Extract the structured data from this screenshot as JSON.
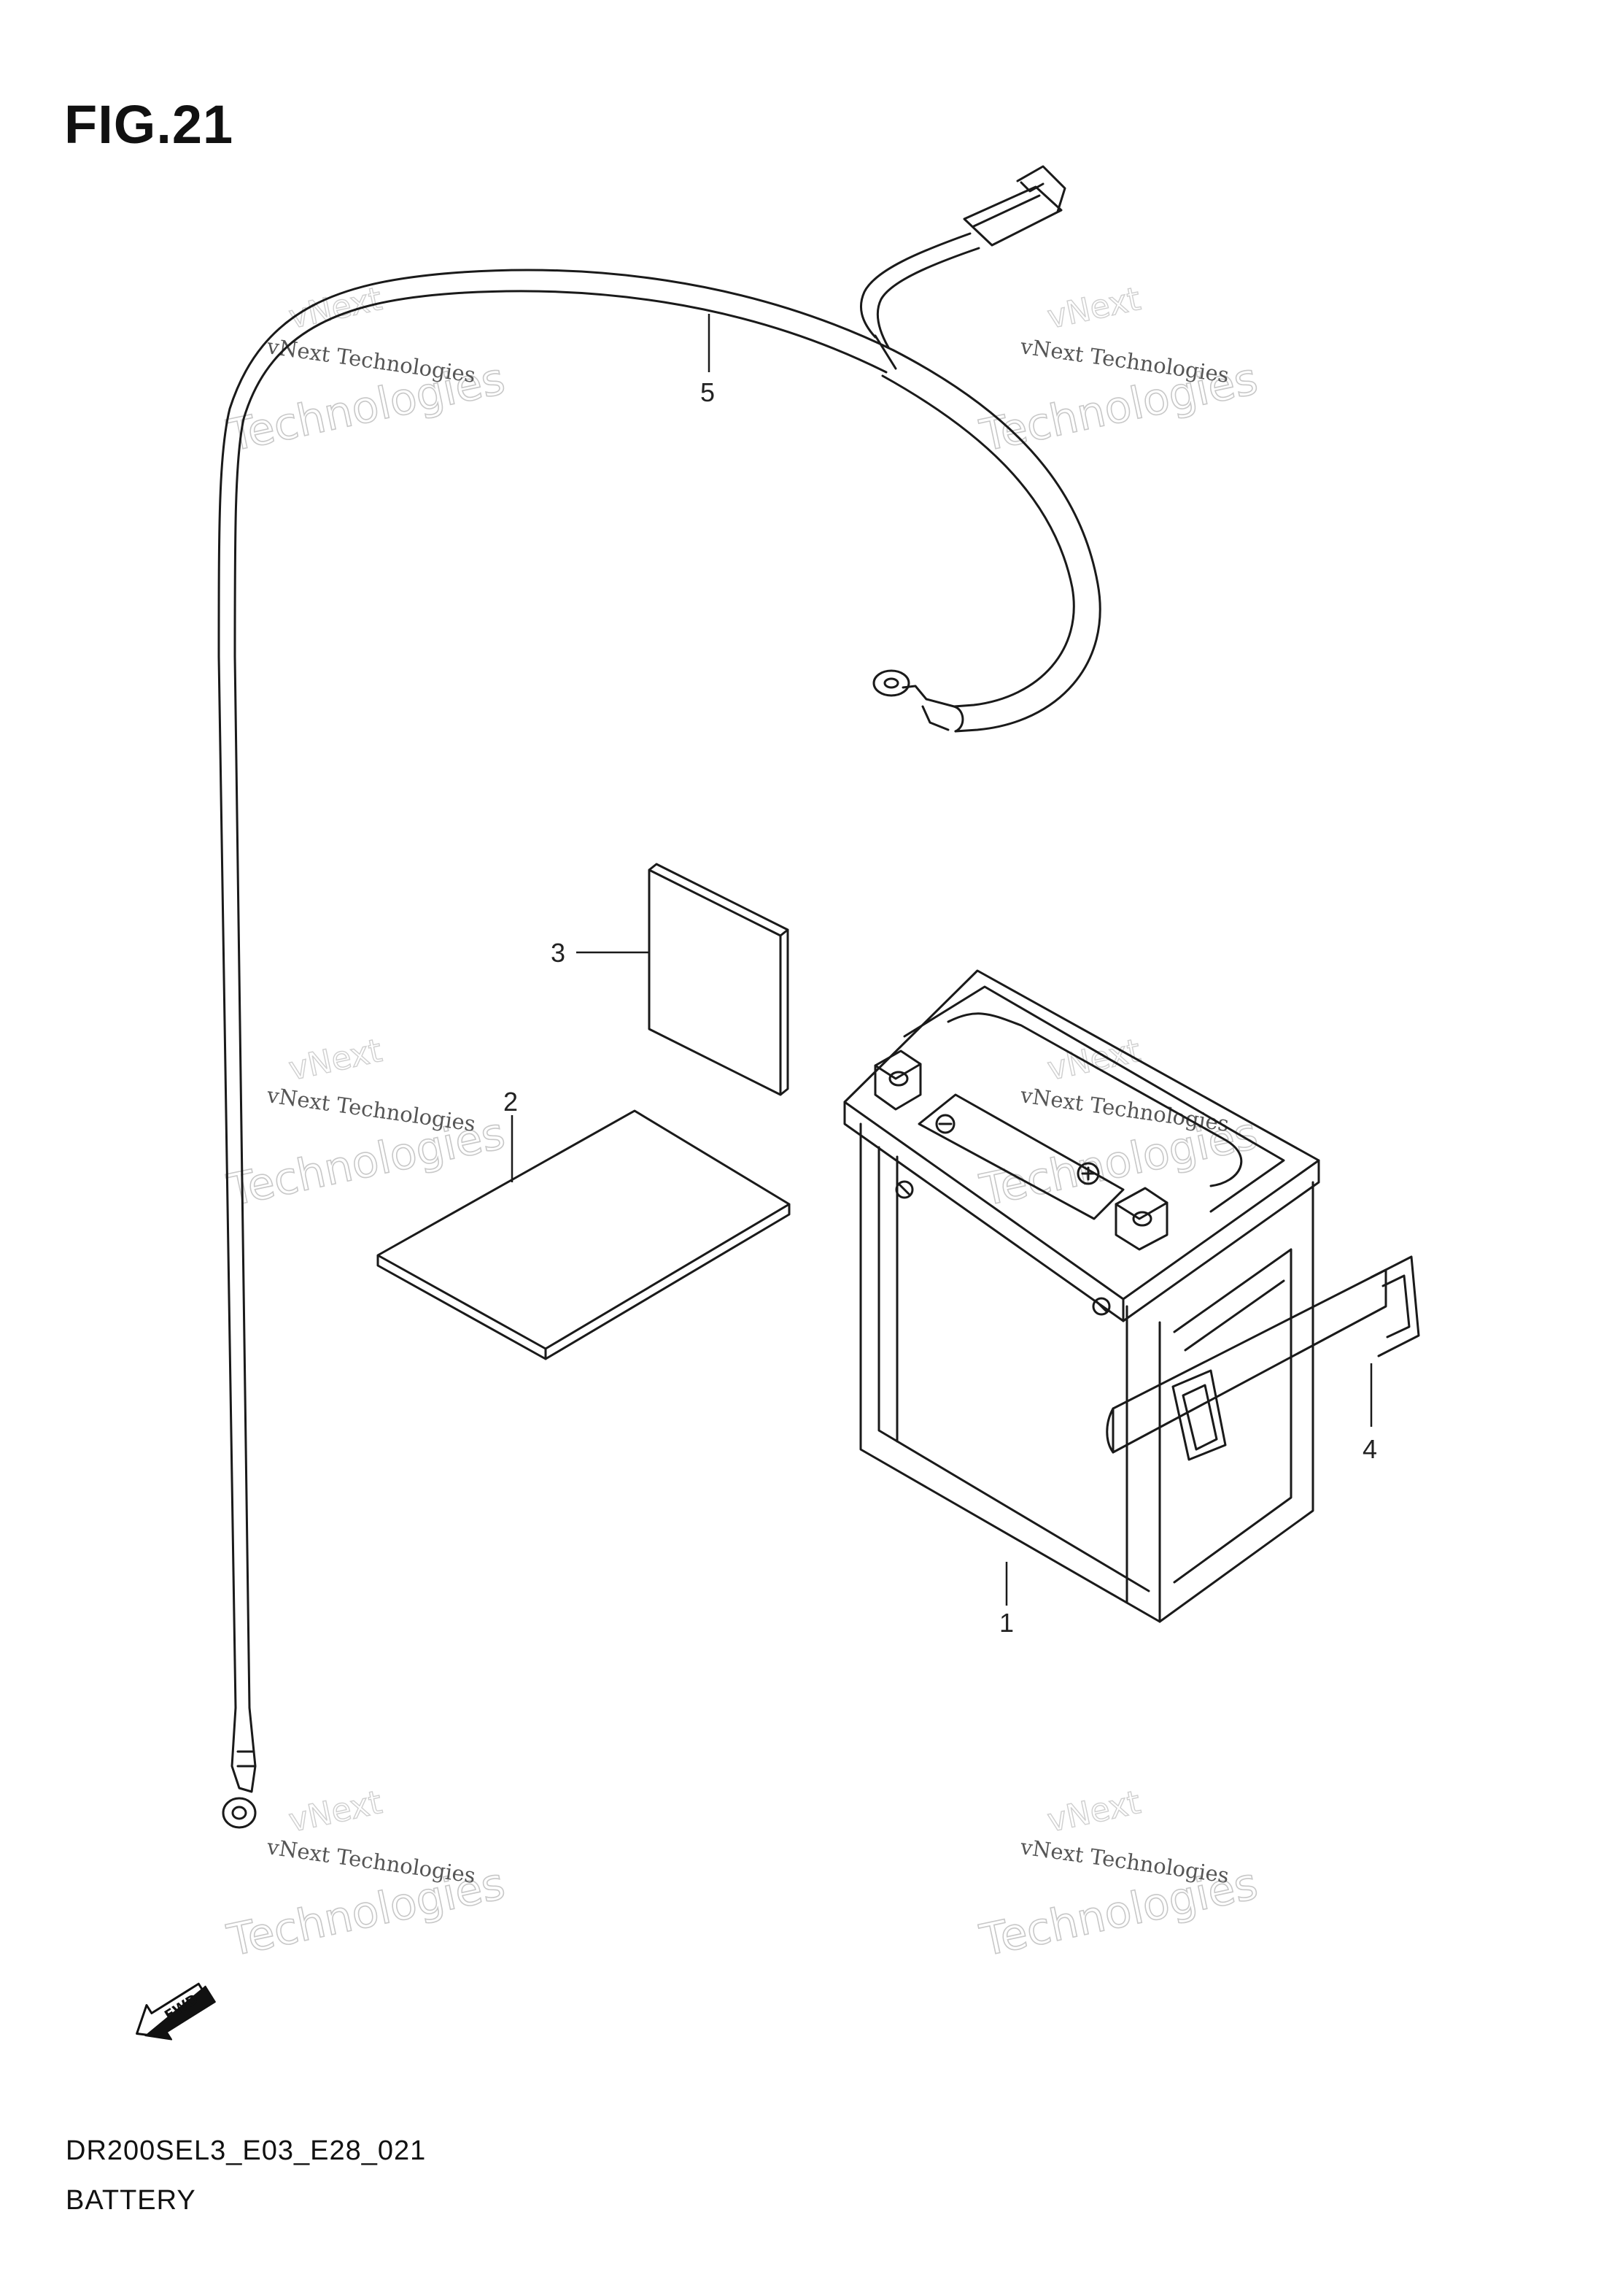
{
  "figure": {
    "title": "FIG.21",
    "model_code": "DR200SEL3_E03_E28_021",
    "group_name": "BATTERY"
  },
  "callouts": [
    "1",
    "2",
    "3",
    "4",
    "5"
  ],
  "watermark": {
    "line1": "vNext Technologies",
    "line2": "Technologies",
    "line3": "vNext"
  },
  "fwd_label": "FWD"
}
